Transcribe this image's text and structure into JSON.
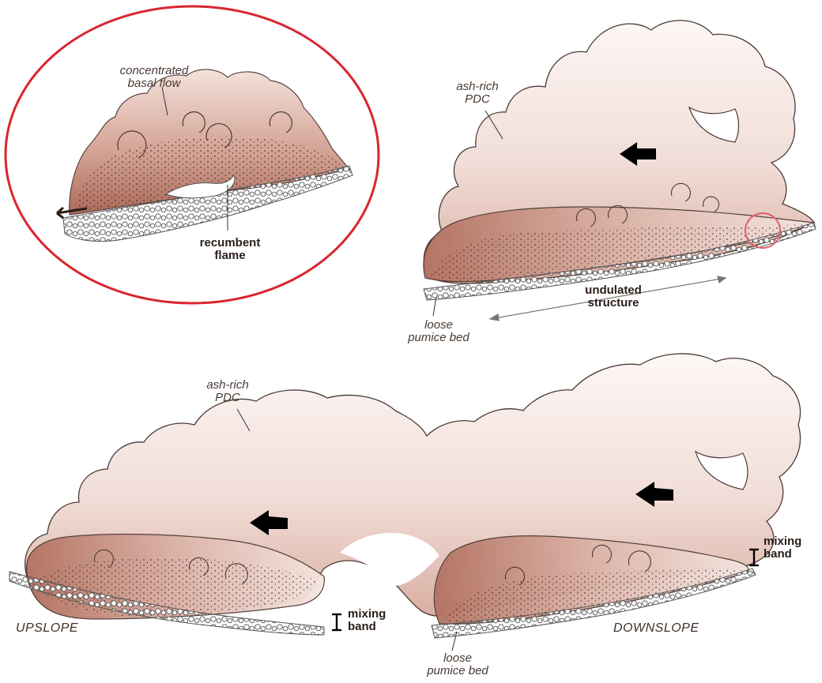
{
  "colors": {
    "cloud_fill_light": "#f8ebe7",
    "cloud_fill_dark": "#b07565",
    "cloud_outline": "#4b3a35",
    "pumice_fill": "#ffffff",
    "pumice_outline": "#4c4c4c",
    "inset_ellipse": "#d9262f",
    "arrow": "#000000"
  },
  "inset": {
    "label_basal_flow_1": "concentrated",
    "label_basal_flow_2": "basal flow",
    "label_flame_1": "recumbent",
    "label_flame_2": "flame"
  },
  "panel_top": {
    "label_pdc_1": "ash-rich",
    "label_pdc_2": "PDC",
    "label_undulated_1": "undulated",
    "label_undulated_2": "structure",
    "label_pumice_1": "loose",
    "label_pumice_2": "pumice bed"
  },
  "panel_bottom": {
    "label_pdc_1": "ash-rich",
    "label_pdc_2": "PDC",
    "label_upslope": "UPSLOPE",
    "label_downslope": "DOWNSLOPE",
    "label_mixing_left_1": "mixing",
    "label_mixing_left_2": "band",
    "label_mixing_right_1": "mixing",
    "label_mixing_right_2": "band",
    "label_pumice_1": "loose",
    "label_pumice_2": "pumice bed"
  }
}
